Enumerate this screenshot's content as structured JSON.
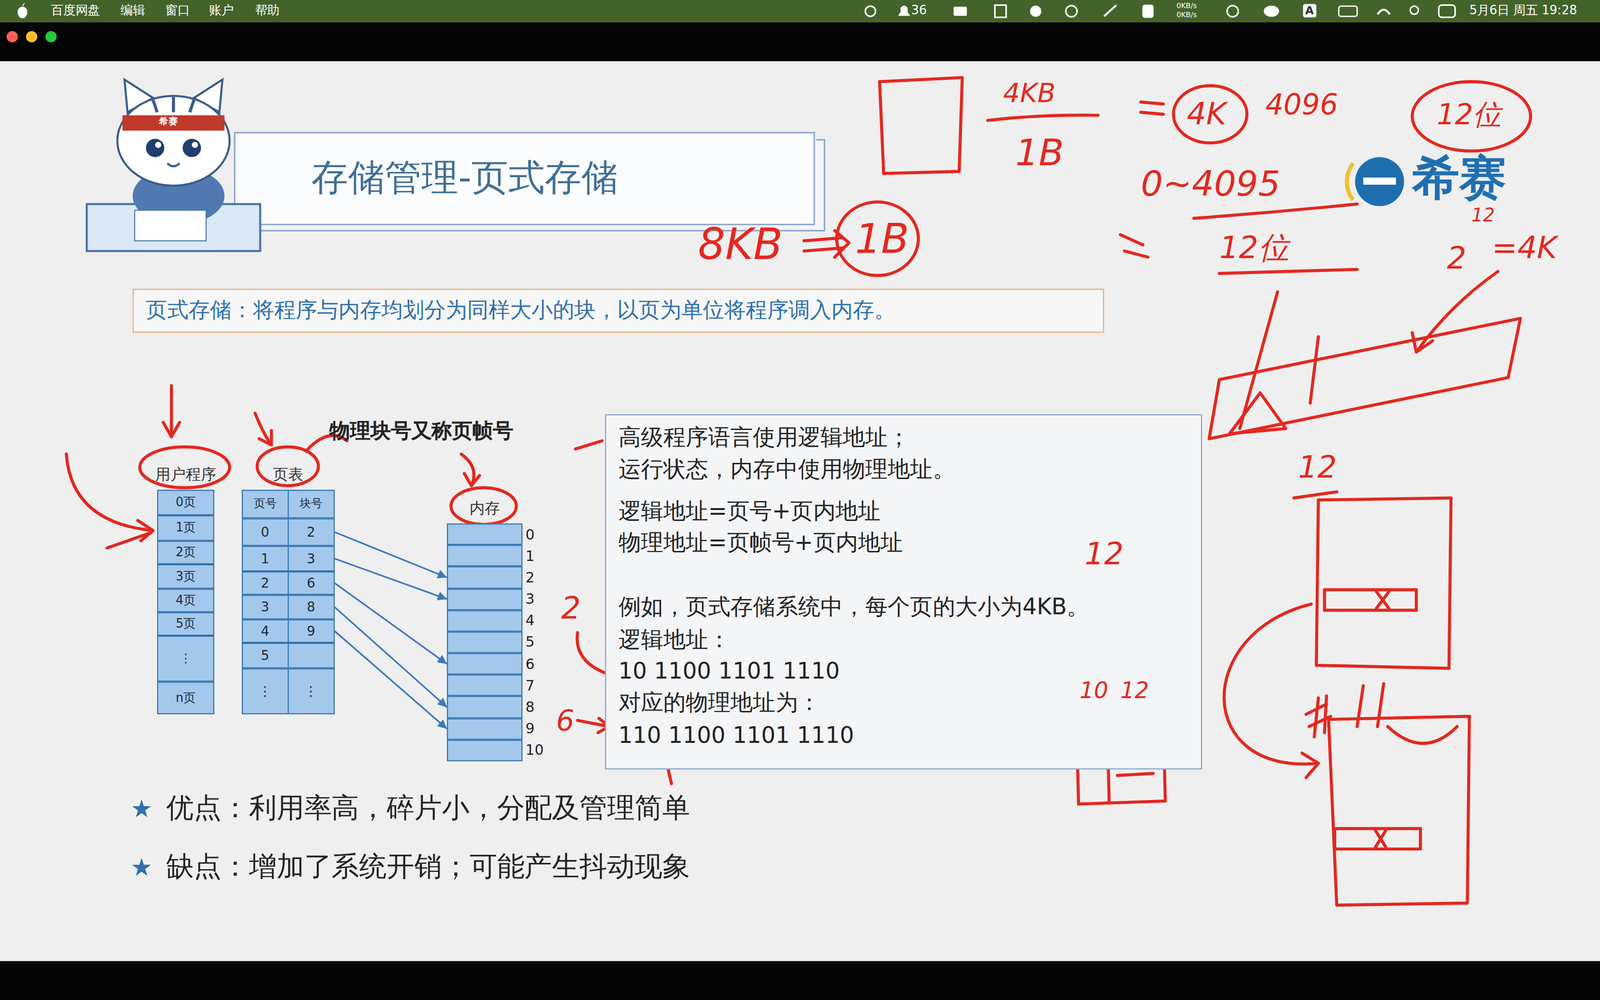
{
  "diagram": {
    "title": "存储管理-页式存储",
    "nodes": [
      {
        "text": [
          "页式存储：将程序与内存均划分为同样大小的块，以页为单位将程序调入内存。"
        ]
      },
      {
        "text": [
          "用户程序"
        ]
      },
      {
        "text": [
          "0页"
        ],
        "in": 1
      },
      {
        "text": [
          "1页"
        ],
        "in": 1
      },
      {
        "text": [
          "2页"
        ],
        "in": 1
      },
      {
        "text": [
          "3页"
        ],
        "in": 1
      },
      {
        "text": [
          "4页"
        ],
        "in": 1
      },
      {
        "text": [
          "5页"
        ],
        "in": 1
      },
      {
        "text": [
          "⋮"
        ],
        "in": 1
      },
      {
        "text": [
          "n页"
        ],
        "in": 1
      },
      {
        "text": [
          "页表"
        ]
      },
      {
        "text": [
          "页号",
          "块号"
        ],
        "in": 10
      },
      {
        "text": [
          "0",
          "2"
        ],
        "in": 10
      },
      {
        "text": [
          "1",
          "3"
        ],
        "in": 10
      },
      {
        "text": [
          "2",
          "6"
        ],
        "in": 10
      },
      {
        "text": [
          "3",
          "8"
        ],
        "in": 10
      },
      {
        "text": [
          "4",
          "9"
        ],
        "in": 10
      },
      {
        "text": [
          "5"
        ],
        "in": 10
      },
      {
        "text": [
          "⋮",
          "⋮"
        ],
        "in": 10
      },
      {
        "text": [
          "内存"
        ]
      },
      {
        "text": [
          "0"
        ],
        "in": 19
      },
      {
        "text": [
          "1"
        ],
        "in": 19
      },
      {
        "text": [
          "2"
        ],
        "in": 19
      },
      {
        "text": [
          "3"
        ],
        "in": 19
      },
      {
        "text": [
          "4"
        ],
        "in": 19
      },
      {
        "text": [
          "5"
        ],
        "in": 19
      },
      {
        "text": [
          "6"
        ],
        "in": 19
      },
      {
        "text": [
          "7"
        ],
        "in": 19
      },
      {
        "text": [
          "8"
        ],
        "in": 19
      },
      {
        "text": [
          "9"
        ],
        "in": 19
      },
      {
        "text": [
          "10"
        ],
        "in": 19
      },
      {
        "text": [
          "高级程序语言使用逻辑地址；",
          "运行状态，内存中使用物理地址。",
          "逻辑地址=页号+页内地址",
          "物理地址=页帧号+页内地址",
          "例如，页式存储系统中，每个页的大小为4KB。",
          "逻辑地址：",
          "10 1100 1101 1110",
          "对应的物理地址为：",
          "110 1100 1101 1110"
        ]
      }
    ],
    "edges": [
      {
        "from": 12,
        "to": 22,
        "arrow": "to"
      },
      {
        "from": 13,
        "to": 23,
        "arrow": "to"
      },
      {
        "from": 14,
        "to": 26,
        "arrow": "to"
      },
      {
        "from": 15,
        "to": 28,
        "arrow": "to"
      },
      {
        "from": 16,
        "to": 29,
        "arrow": "to"
      }
    ],
    "labels": [
      "百度网盘",
      "编辑",
      "窗口",
      "账户",
      "帮助",
      "36",
      "0KB/s",
      "0KB/s",
      "A",
      "5月6日 周五 19:28",
      "希赛",
      "希赛",
      "物理块号又称页帧号",
      "★",
      "优点：利用率高，碎片小，分配及管理简单",
      "★",
      "缺点：增加了系统开销；可能产生抖动现象",
      "4KB",
      "1B",
      "4K",
      "4096",
      "12位",
      "0~4095",
      "12位",
      "8KB",
      "1B",
      "2",
      "12",
      "=4K",
      "12",
      "12",
      "2",
      "6",
      "10",
      "12"
    ]
  }
}
